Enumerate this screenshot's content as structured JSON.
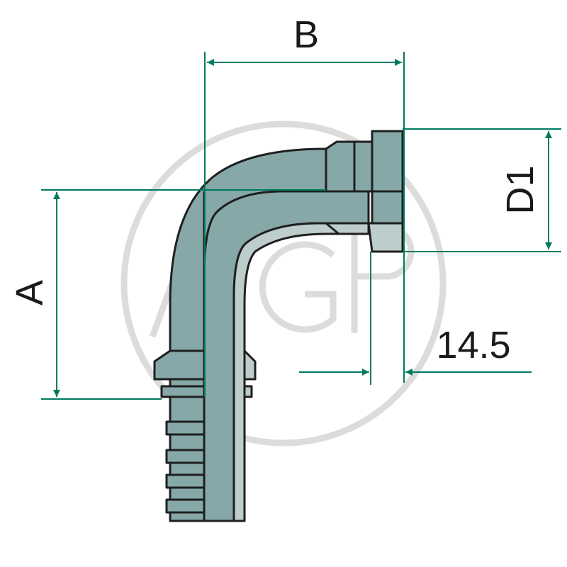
{
  "drawing": {
    "type": "90-degree hose fitting (elbow) technical drawing",
    "colors": {
      "dimension_line": "#007a5e",
      "body_fill": "#86a8a8",
      "body_light_fill": "#bccdcb",
      "outline": "#1f1f1f",
      "watermark": "#d9d9d9",
      "background": "#ffffff"
    },
    "dimensions": {
      "B": {
        "label": "B",
        "orientation": "horizontal"
      },
      "A": {
        "label": "A",
        "orientation": "vertical"
      },
      "D1": {
        "label": "D1",
        "orientation": "vertical"
      },
      "offset": {
        "label": "14.5",
        "orientation": "horizontal"
      }
    },
    "watermark": {
      "text": "AGP"
    }
  }
}
